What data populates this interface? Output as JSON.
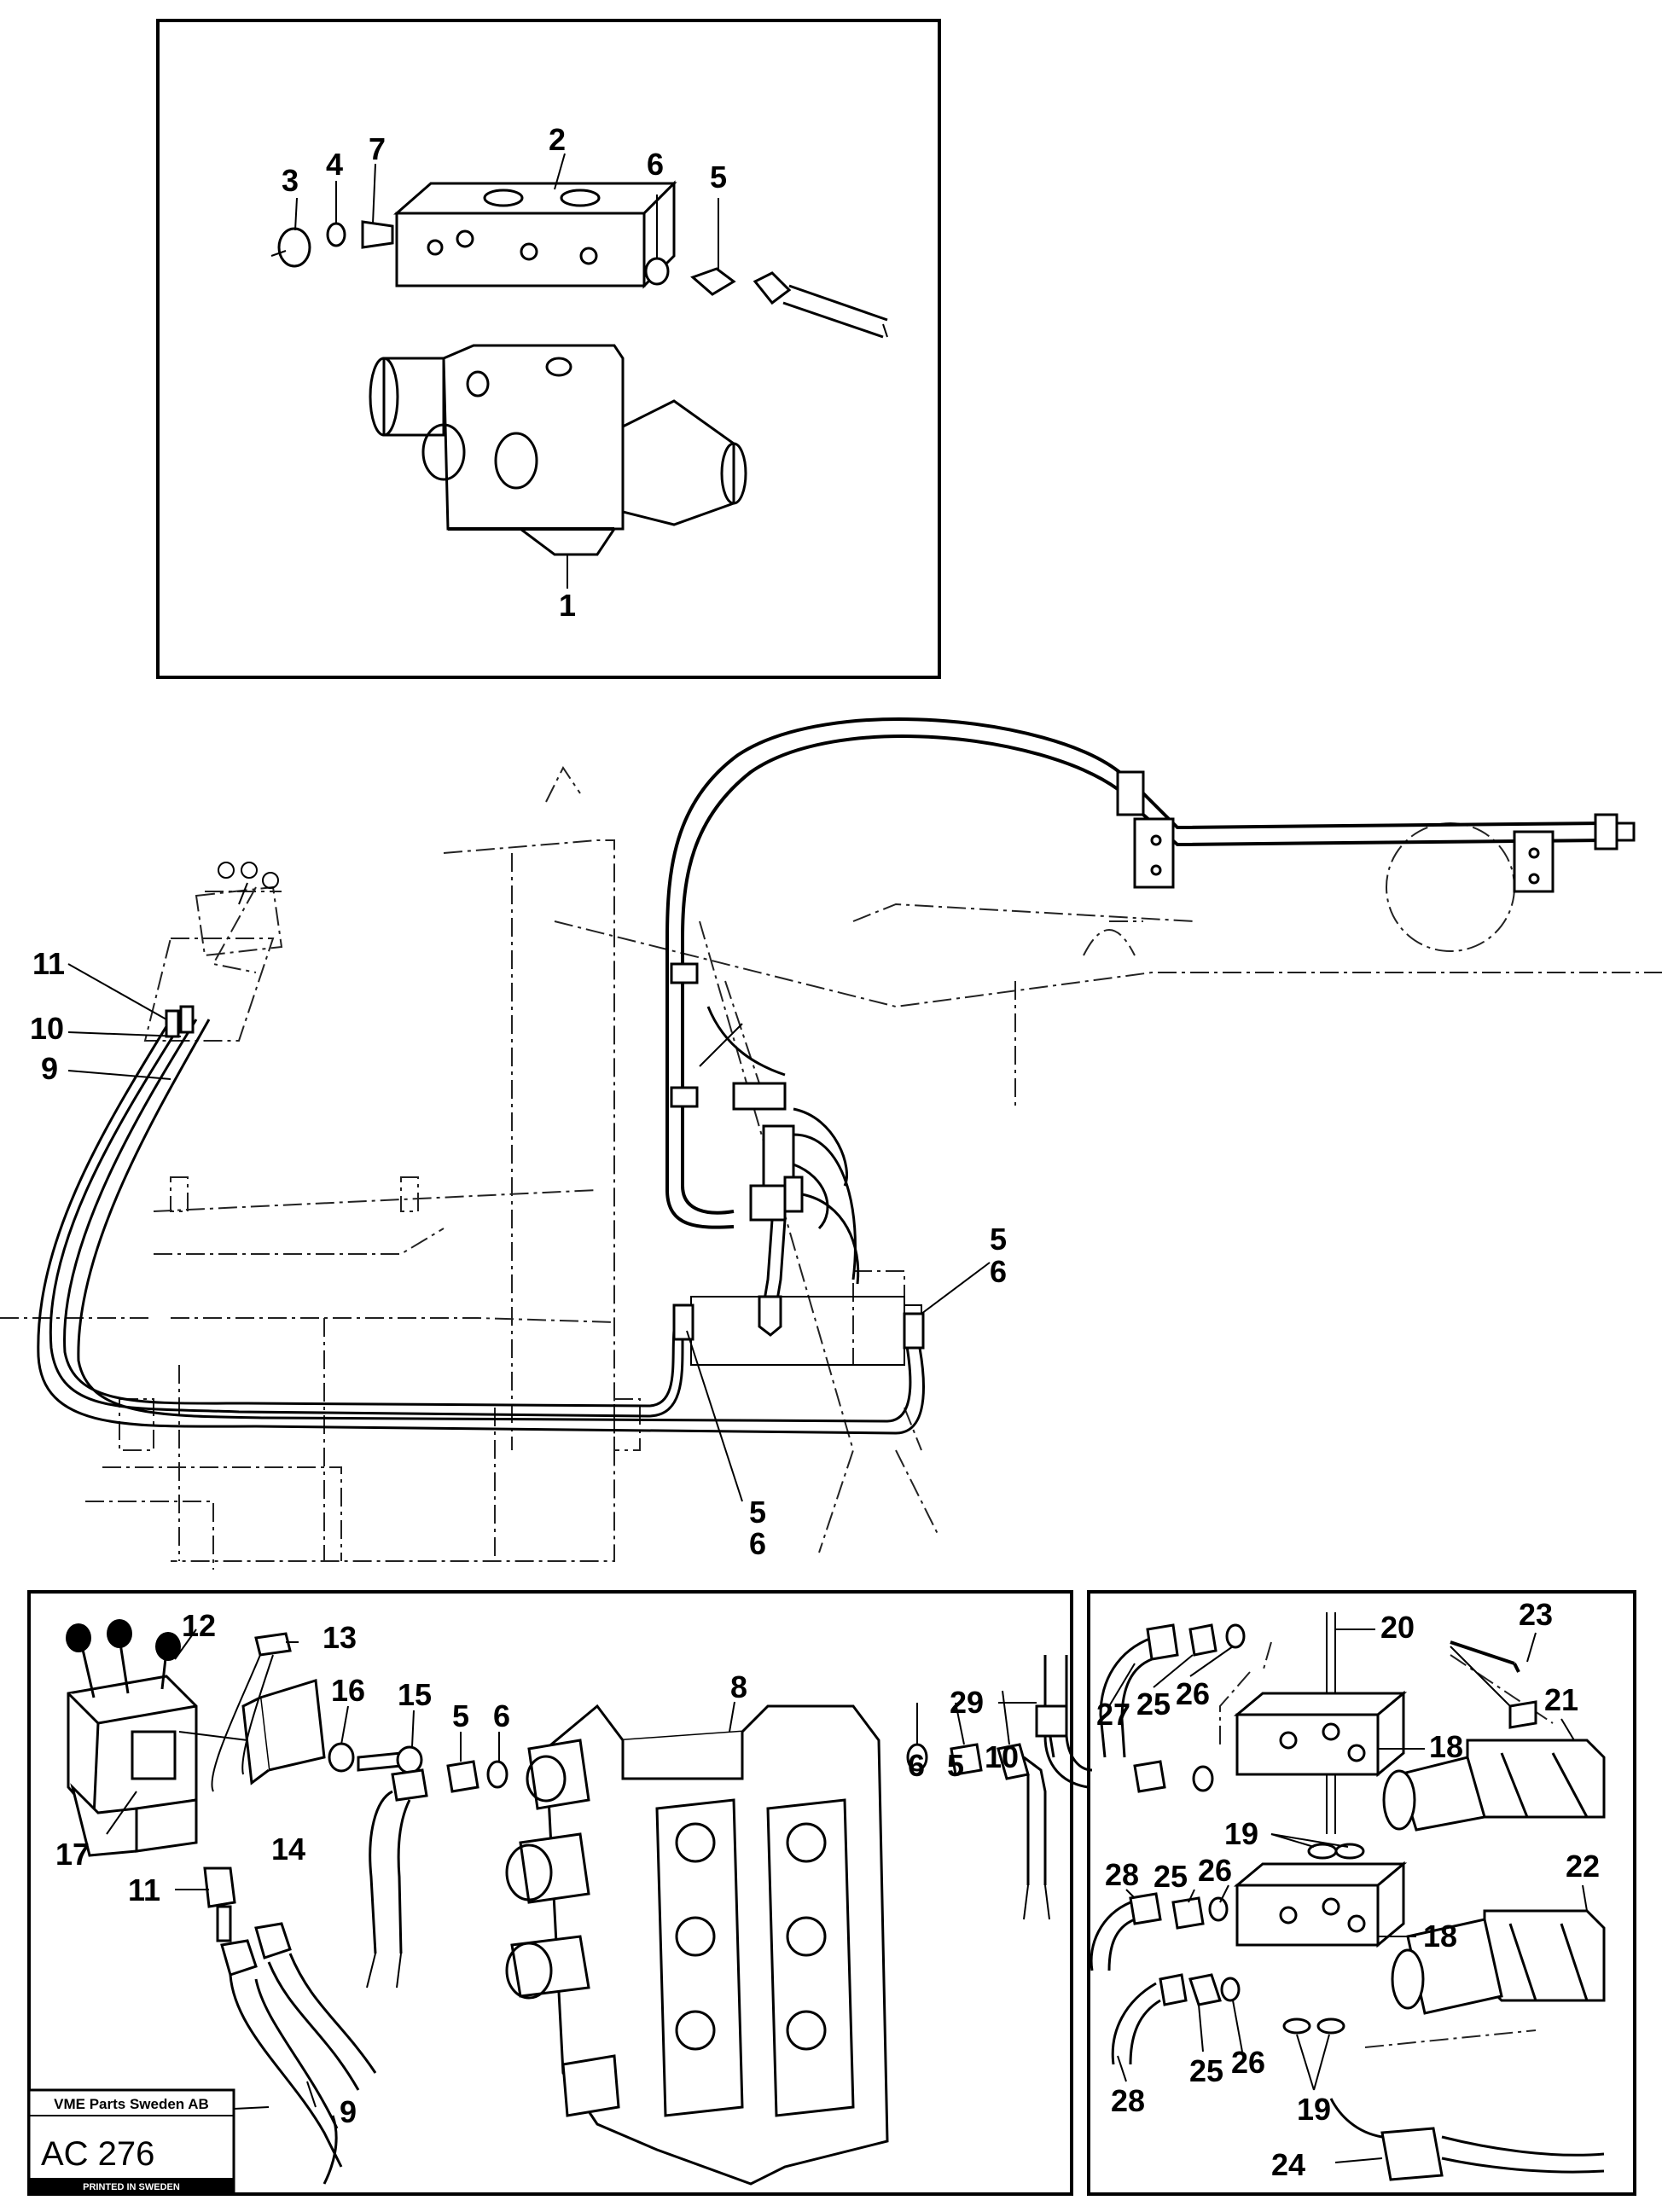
{
  "labels": {
    "l1": "1",
    "l2": "2",
    "l3": "3",
    "l4": "4",
    "l5": "5",
    "l6": "6",
    "l7": "7",
    "m11": "11",
    "m10": "10",
    "m9": "9",
    "m5a": "5",
    "m6a": "6",
    "m5b": "5",
    "m6b": "6",
    "b12": "12",
    "b13": "13",
    "b16": "16",
    "b15": "15",
    "b5": "5",
    "b6": "6",
    "b8": "8",
    "b17": "17",
    "b14": "14",
    "b11": "11",
    "b10": "10",
    "b9": "9",
    "b29": "29",
    "b6r": "6",
    "b5r": "5",
    "b10r": "10",
    "r20": "20",
    "r23": "23",
    "r27": "27",
    "r25a": "25",
    "r26a": "26",
    "r18a": "18",
    "r21": "21",
    "r19a": "19",
    "r28a": "28",
    "r25b": "25",
    "r26b": "26",
    "r18b": "18",
    "r22": "22",
    "r28b": "28",
    "r25c": "25",
    "r26c": "26",
    "r19b": "19",
    "r24": "24"
  },
  "stamp": {
    "company": "VME Parts Sweden AB",
    "code": "AC 276",
    "footer": "PRINTED IN SWEDEN"
  }
}
